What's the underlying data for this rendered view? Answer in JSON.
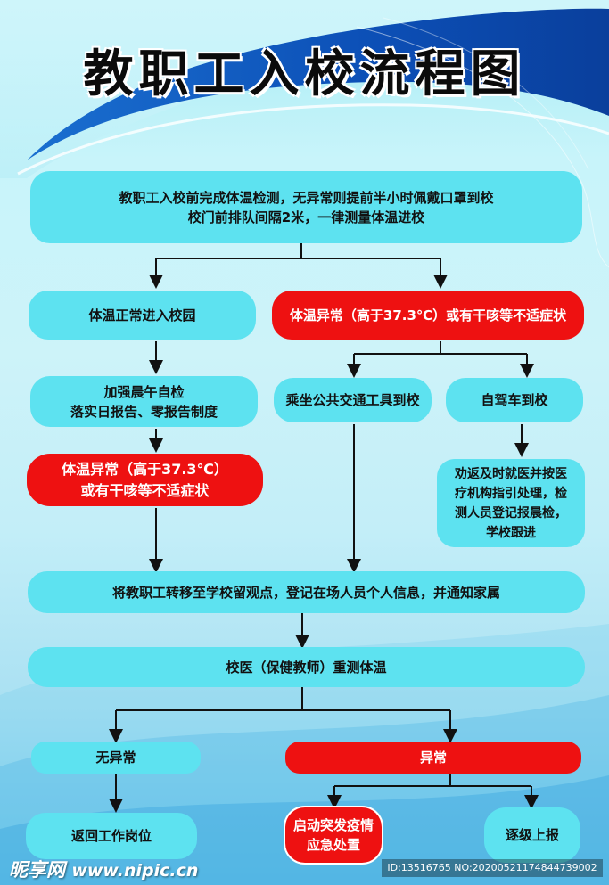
{
  "title": "教职工入校流程图",
  "steps": {
    "start_line1": "教职工入校前完成体温检测，无异常则提前半小时佩戴口罩到校",
    "start_line2": "校门前排队间隔2米，一律测量体温进校",
    "normal_entry": "体温正常进入校园",
    "abnormal_at_gate": "体温异常（高于37.3℃）或有干咳等不适症状",
    "self_check_line1": "加强晨午自检",
    "self_check_line2": "落实日报告、零报告制度",
    "abnormal_later_line1": "体温异常（高于37.3℃）",
    "abnormal_later_line2": "或有干咳等不适症状",
    "public_transport": "乘坐公共交通工具到校",
    "self_drive": "自驾车到校",
    "advise_line1": "劝返及时就医并按医",
    "advise_line2": "疗机构指引处理，检",
    "advise_line3": "测人员登记报晨检，",
    "advise_line4": "学校跟进",
    "transfer": "将教职工转移至学校留观点，登记在场人员个人信息，并通知家属",
    "retest": "校医（保健教师）重测体温",
    "no_abnormal": "无异常",
    "abnormal": "异常",
    "return_work": "返回工作岗位",
    "emergency_line1": "启动突发疫情",
    "emergency_line2": "应急处置",
    "report_up": "逐级上报"
  },
  "footer": {
    "logo_text": "昵享网",
    "url": "www.nipic.cn",
    "id_text": "ID:13516765 NO:20200521174844739002"
  },
  "colors": {
    "cyan_box": "#5de2f0",
    "red_box": "#ee1111",
    "arrow": "#111111"
  }
}
